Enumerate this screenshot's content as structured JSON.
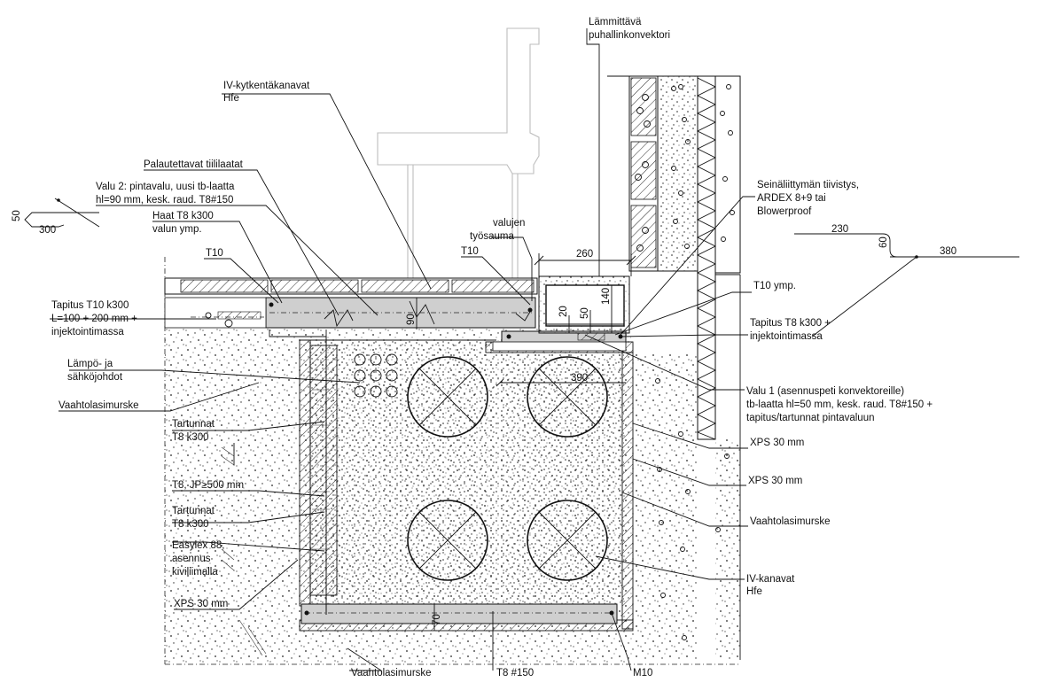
{
  "labels": {
    "lammittava_1": "Lämmittävä",
    "lammittava_2": "puhallinkonvektori",
    "iv_kytkenta_1": "IV-kytkentäkanavat",
    "iv_kytkenta_2": "Hfe",
    "palautettavat": "Palautettavat tiililaatat",
    "valu2_1": "Valu 2: pintavalu, uusi tb-laatta",
    "valu2_2": "hl=90 mm, kesk. raud. T8#150",
    "haat_1": "Haat T8 k300",
    "haat_2": "valun ymp.",
    "t10_left": "T10",
    "t10_mid": "T10",
    "valujen_1": "valujen",
    "valujen_2": "työsauma",
    "tapitus_l_1": "Tapitus T10 k300",
    "tapitus_l_2": "L=100 + 200 mm +",
    "tapitus_l_3": "injektointimassa",
    "lampo_1": "Lämpö- ja",
    "lampo_2": "sähköjohdot",
    "vaahto_left": "Vaahtolasimurske",
    "tartunnat1_1": "Tartunnat",
    "tartunnat1_2": "T8 k300",
    "t8_jp": "T8, JP≥500 mm",
    "tartunnat2_1": "Tartunnat",
    "tartunnat2_2": "T8 k300",
    "easylex_1": "Easylex 88,",
    "easylex_2": "asennus",
    "easylex_3": "kiviliimalla",
    "xps_left": "XPS 30 mm",
    "vaahto_bottom": "Vaahtolasimurske",
    "t8_150": "T8 #150",
    "m10": "M10",
    "seina_1": "Seinäliittymän tiivistys,",
    "seina_2": "ARDEX 8+9 tai",
    "seina_3": "Blowerproof",
    "t10_ymp": "T10 ymp.",
    "tapitus_r_1": "Tapitus T8 k300 +",
    "tapitus_r_2": "injektointimassa",
    "valu1_1": "Valu 1 (asennuspeti konvektoreille)",
    "valu1_2": "tb-laatta hl=50 mm, kesk. raud. T8#150 +",
    "valu1_3": "tapitus/tartunnat pintavaluun",
    "xps_r1": "XPS 30 mm",
    "xps_r2": "XPS 30 mm",
    "vaahto_right": "Vaahtolasimurske",
    "iv_kanavat_1": "IV-kanavat",
    "iv_kanavat_2": "Hfe"
  },
  "dimensions": {
    "d50": "50",
    "d300": "300",
    "d260": "260",
    "d140": "140",
    "d20": "20",
    "d50b": "50",
    "d90": "90",
    "d390": "390",
    "d70": "70",
    "d230": "230",
    "d60": "60",
    "d380": "380"
  }
}
